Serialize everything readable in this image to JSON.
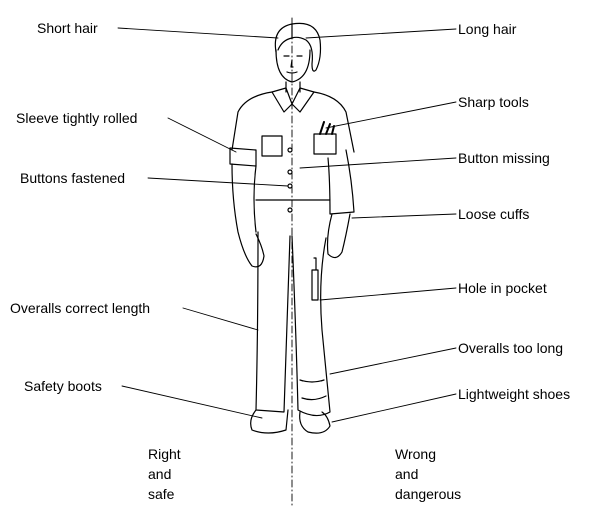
{
  "labels": {
    "left": [
      "Short hair",
      "Sleeve tightly rolled",
      "Buttons fastened",
      "Overalls correct length",
      "Safety boots"
    ],
    "right": [
      "Long hair",
      "Sharp tools",
      "Button missing",
      "Loose cuffs",
      "Hole in pocket",
      "Overalls too long",
      "Lightweight shoes"
    ]
  },
  "captions": {
    "left": [
      "Right",
      "and",
      "safe"
    ],
    "right": [
      "Wrong",
      "and",
      "dangerous"
    ]
  }
}
